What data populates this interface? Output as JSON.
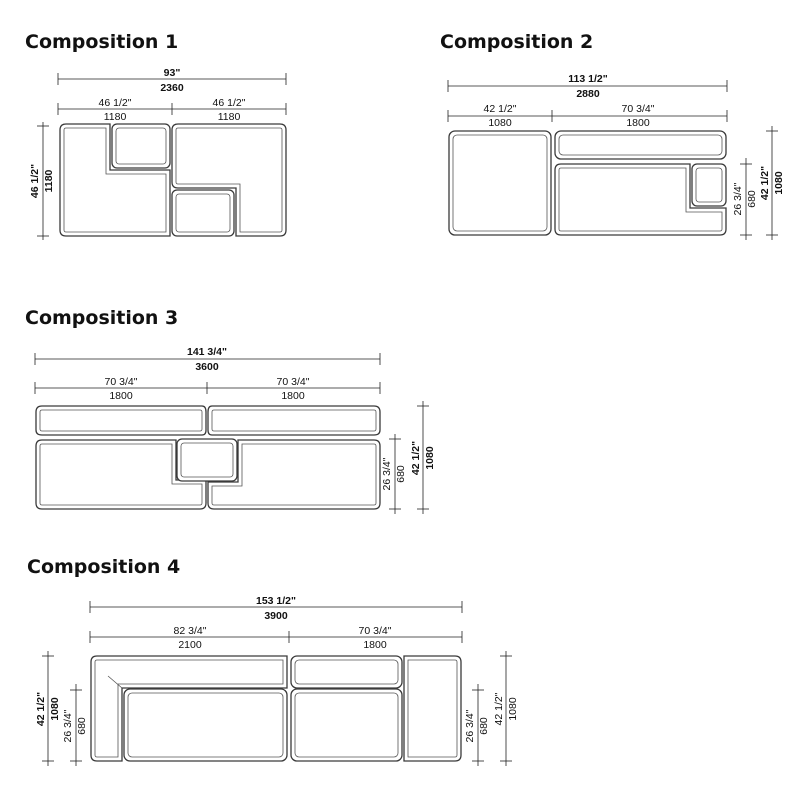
{
  "compositions": [
    {
      "title": "Composition 1",
      "width_total_in": "93\"",
      "width_total_mm": "2360",
      "widths_in": [
        "46 1/2\"",
        "46 1/2\""
      ],
      "widths_mm": [
        "1180",
        "1180"
      ],
      "depth_in": "46 1/2\"",
      "depth_mm": "1180"
    },
    {
      "title": "Composition 2",
      "width_total_in": "113 1/2\"",
      "width_total_mm": "2880",
      "widths_in": [
        "42 1/2\"",
        "70 3/4\""
      ],
      "widths_mm": [
        "1080",
        "1800"
      ],
      "seat_depth_in": "26 3/4\"",
      "seat_depth_mm": "680",
      "depth_in": "42 1/2\"",
      "depth_mm": "1080"
    },
    {
      "title": "Composition 3",
      "width_total_in": "141 3/4\"",
      "width_total_mm": "3600",
      "widths_in": [
        "70 3/4\"",
        "70 3/4\""
      ],
      "widths_mm": [
        "1800",
        "1800"
      ],
      "seat_depth_in": "26 3/4\"",
      "seat_depth_mm": "680",
      "depth_in": "42 1/2\"",
      "depth_mm": "1080"
    },
    {
      "title": "Composition 4",
      "width_total_in": "153 1/2\"",
      "width_total_mm": "3900",
      "widths_in": [
        "82 3/4\"",
        "70 3/4\""
      ],
      "widths_mm": [
        "2100",
        "1800"
      ],
      "depth_in": "42 1/2\"",
      "depth_mm": "1080",
      "seat_depth_in": "26 3/4\"",
      "seat_depth_mm": "680"
    }
  ]
}
